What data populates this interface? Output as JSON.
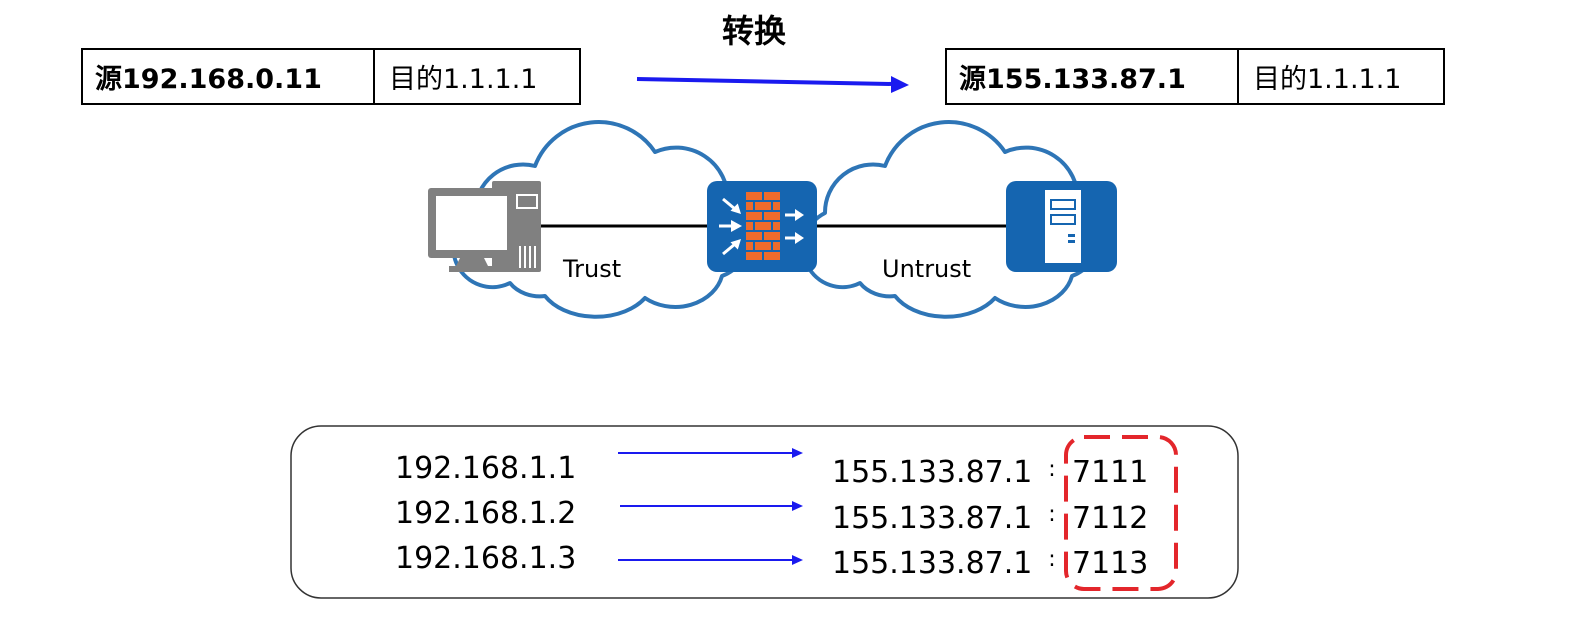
{
  "title": "转换",
  "packet_before": {
    "source": "源192.168.0.11",
    "destination": "目的1.1.1.1"
  },
  "packet_after": {
    "source": "源155.133.87.1",
    "destination": "目的1.1.1.1"
  },
  "zones": {
    "trust": "Trust",
    "untrust": "Untrust"
  },
  "icons": {
    "host": "pc-icon",
    "firewall": "firewall-icon",
    "server": "server-icon"
  },
  "port_mapping": [
    {
      "private_ip": "192.168.1.1",
      "public_ip": "155.133.87.1",
      "separator": ":",
      "port": "7111"
    },
    {
      "private_ip": "192.168.1.2",
      "public_ip": "155.133.87.1",
      "separator": ":",
      "port": "7112"
    },
    {
      "private_ip": "192.168.1.3",
      "public_ip": "155.133.87.1",
      "separator": ":",
      "port": "7113"
    }
  ],
  "colors": {
    "arrow": "#1a1aef",
    "cloud_outline": "#2e75b6",
    "device_blue": "#1565b0",
    "firewall_bricks": "#ee6b2c",
    "host_gray": "#808080",
    "port_highlight": "#e3262b"
  }
}
